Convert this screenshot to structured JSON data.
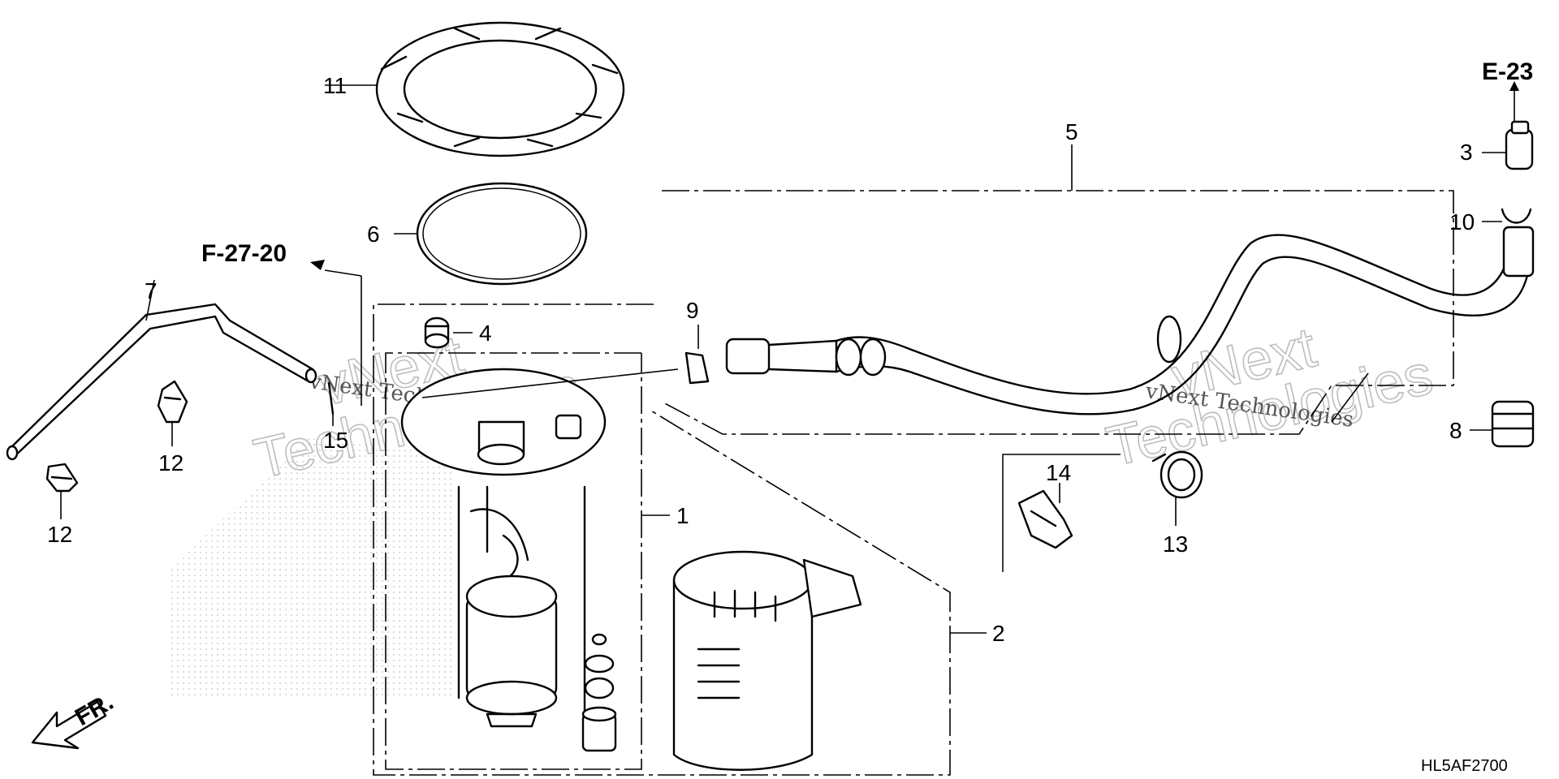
{
  "diagram": {
    "callouts": {
      "p1": "1",
      "p2": "2",
      "p3": "3",
      "p4": "4",
      "p5": "5",
      "p6": "6",
      "p7": "7",
      "p8": "8",
      "p9": "9",
      "p10": "10",
      "p11": "11",
      "p12a": "12",
      "p12b": "12",
      "p13": "13",
      "p14": "14",
      "p15": "15"
    },
    "references": {
      "left": "F-27-20",
      "top_right": "E-23"
    },
    "direction_label": "FR.",
    "diagram_code": "HL5AF2700",
    "watermarks": {
      "line1": "vNext",
      "line2": "Technologies",
      "small": "vNext Technologies"
    }
  }
}
